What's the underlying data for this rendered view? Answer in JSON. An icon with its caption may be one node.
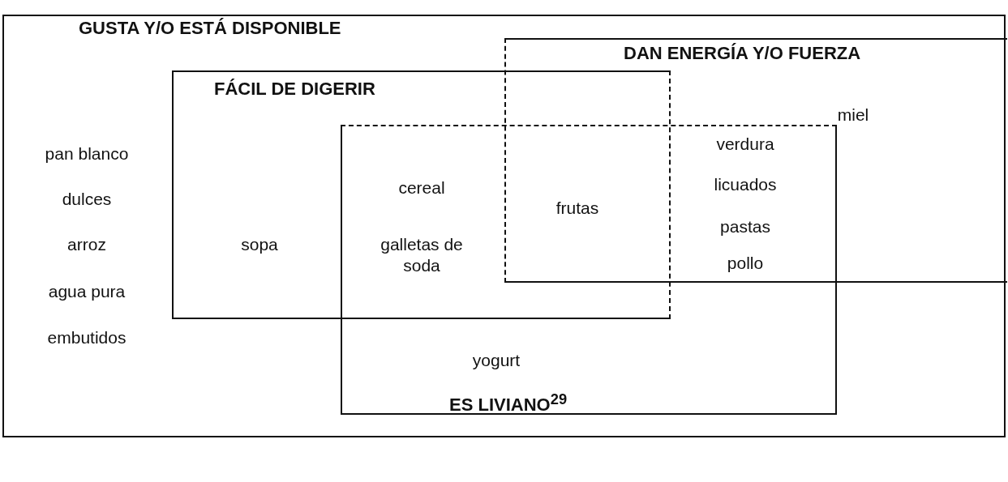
{
  "diagram": {
    "nodes": [
      {
        "text": [
          "GUSTA Y/O ESTÁ DISPONIBLE"
        ]
      },
      {
        "text": [
          "DAN ENERGÍA Y/O FUERZA"
        ],
        "in": 0
      },
      {
        "text": [
          "FÁCIL DE DIGERIR"
        ],
        "in": 0
      },
      {
        "text": [
          "ES LIVIANO$^{29}$"
        ],
        "in": 0
      }
    ],
    "labels": [
      "miel",
      "pan blanco",
      "dulces",
      "arroz",
      "agua pura",
      "embutidos",
      "sopa",
      "cereal",
      "galletas de soda",
      "frutas",
      "verdura",
      "licuados",
      "pastas",
      "pollo",
      "yogurt"
    ]
  }
}
